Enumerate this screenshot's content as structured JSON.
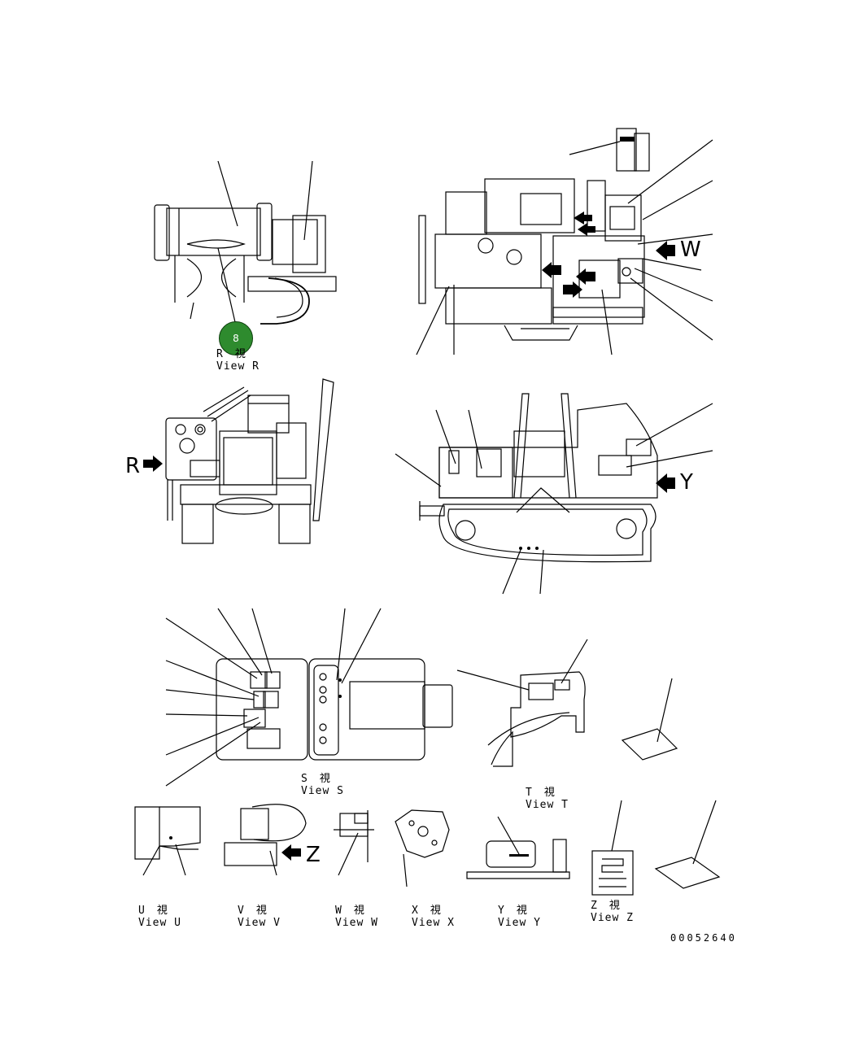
{
  "views": {
    "r": {
      "jp": "R　視",
      "en": "View R"
    },
    "s": {
      "jp": "S　視",
      "en": "View S"
    },
    "t": {
      "jp": "T　視",
      "en": "View T"
    },
    "u": {
      "jp": "U　視",
      "en": "View U"
    },
    "v": {
      "jp": "V　視",
      "en": "View V"
    },
    "w": {
      "jp": "W　視",
      "en": "View W"
    },
    "x": {
      "jp": "X　視",
      "en": "View X"
    },
    "y": {
      "jp": "Y　視",
      "en": "View Y"
    },
    "z": {
      "jp": "Z　視",
      "en": "View Z"
    }
  },
  "arrow_letters": {
    "r": "R",
    "w": "W",
    "y": "Y",
    "z": "Z"
  },
  "marker": {
    "label": "8",
    "color": "#2e8b2e"
  },
  "drawing_number": "00052640"
}
